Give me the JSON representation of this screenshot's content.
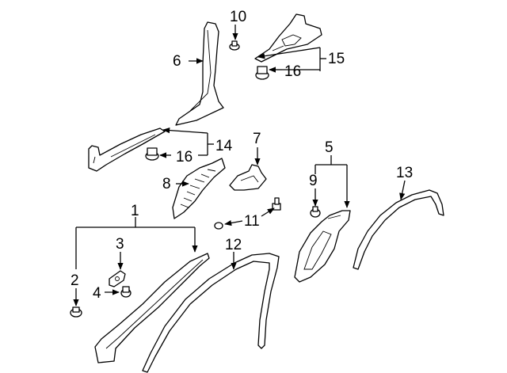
{
  "callouts": {
    "c1": "1",
    "c2": "2",
    "c3": "3",
    "c4": "4",
    "c5": "5",
    "c6": "6",
    "c7": "7",
    "c8": "8",
    "c9": "9",
    "c10": "10",
    "c11": "11",
    "c12": "12",
    "c13": "13",
    "c14": "14",
    "c15": "15",
    "c16a": "16",
    "c16b": "16"
  }
}
